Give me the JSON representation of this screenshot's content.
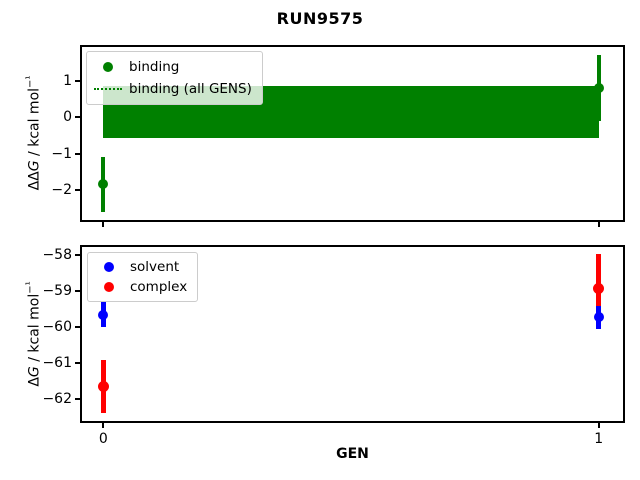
{
  "figure": {
    "title": "RUN9575",
    "background": "#ffffff"
  },
  "chart_data": [
    {
      "type": "scatter",
      "ylabel": "ΔΔG / kcal mol⁻¹",
      "xlabel": "",
      "xlim": [
        -0.043,
        1.049
      ],
      "ylim": [
        -2.84,
        1.95
      ],
      "yticks": [
        1,
        0,
        -1,
        -2
      ],
      "xticks": [
        0,
        1
      ],
      "show_xtick_labels": false,
      "grid": false,
      "legend_position": "upper-left",
      "legend": [
        {
          "label": "binding",
          "marker": "dot",
          "color": "#008000"
        },
        {
          "label": "binding (all GENS)",
          "marker": "dotted-line",
          "color": "#008000"
        }
      ],
      "series": [
        {
          "name": "binding",
          "type": "errorbar",
          "color": "#008000",
          "x": [
            0,
            1
          ],
          "y": [
            -1.85,
            0.81
          ],
          "yerr": [
            0.76,
            0.92
          ],
          "marker": "circle",
          "marker_size": 10,
          "line_width": 4,
          "zorder": 2
        },
        {
          "name": "binding (all GENS)",
          "type": "band",
          "color": "#008000",
          "x": [
            0,
            1
          ],
          "mean": 0.15,
          "err": 0.71,
          "zorder": 1
        }
      ]
    },
    {
      "type": "scatter",
      "ylabel": "ΔG / kcal mol⁻¹",
      "xlabel": "GEN",
      "xlim": [
        -0.043,
        1.049
      ],
      "ylim": [
        -62.6,
        -57.78
      ],
      "yticks": [
        -58,
        -59,
        -60,
        -61,
        -62
      ],
      "xticks": [
        0,
        1
      ],
      "show_xtick_labels": true,
      "grid": false,
      "legend_position": "upper-left",
      "legend": [
        {
          "label": "solvent",
          "marker": "dot",
          "color": "#0000ff"
        },
        {
          "label": "complex",
          "marker": "dot",
          "color": "#ff0000"
        }
      ],
      "series": [
        {
          "name": "solvent",
          "type": "errorbar",
          "color": "#0000ff",
          "x": [
            0,
            1
          ],
          "y": [
            -59.65,
            -59.73
          ],
          "yerr": [
            0.34,
            0.31
          ],
          "marker": "circle",
          "marker_size": 10,
          "line_width": 5,
          "zorder": 3
        },
        {
          "name": "complex",
          "type": "errorbar",
          "color": "#ff0000",
          "x": [
            0,
            1
          ],
          "y": [
            -61.65,
            -58.92
          ],
          "yerr": [
            0.73,
            0.95
          ],
          "marker": "circle",
          "marker_size": 11,
          "line_width": 5,
          "zorder": 2
        }
      ]
    }
  ]
}
